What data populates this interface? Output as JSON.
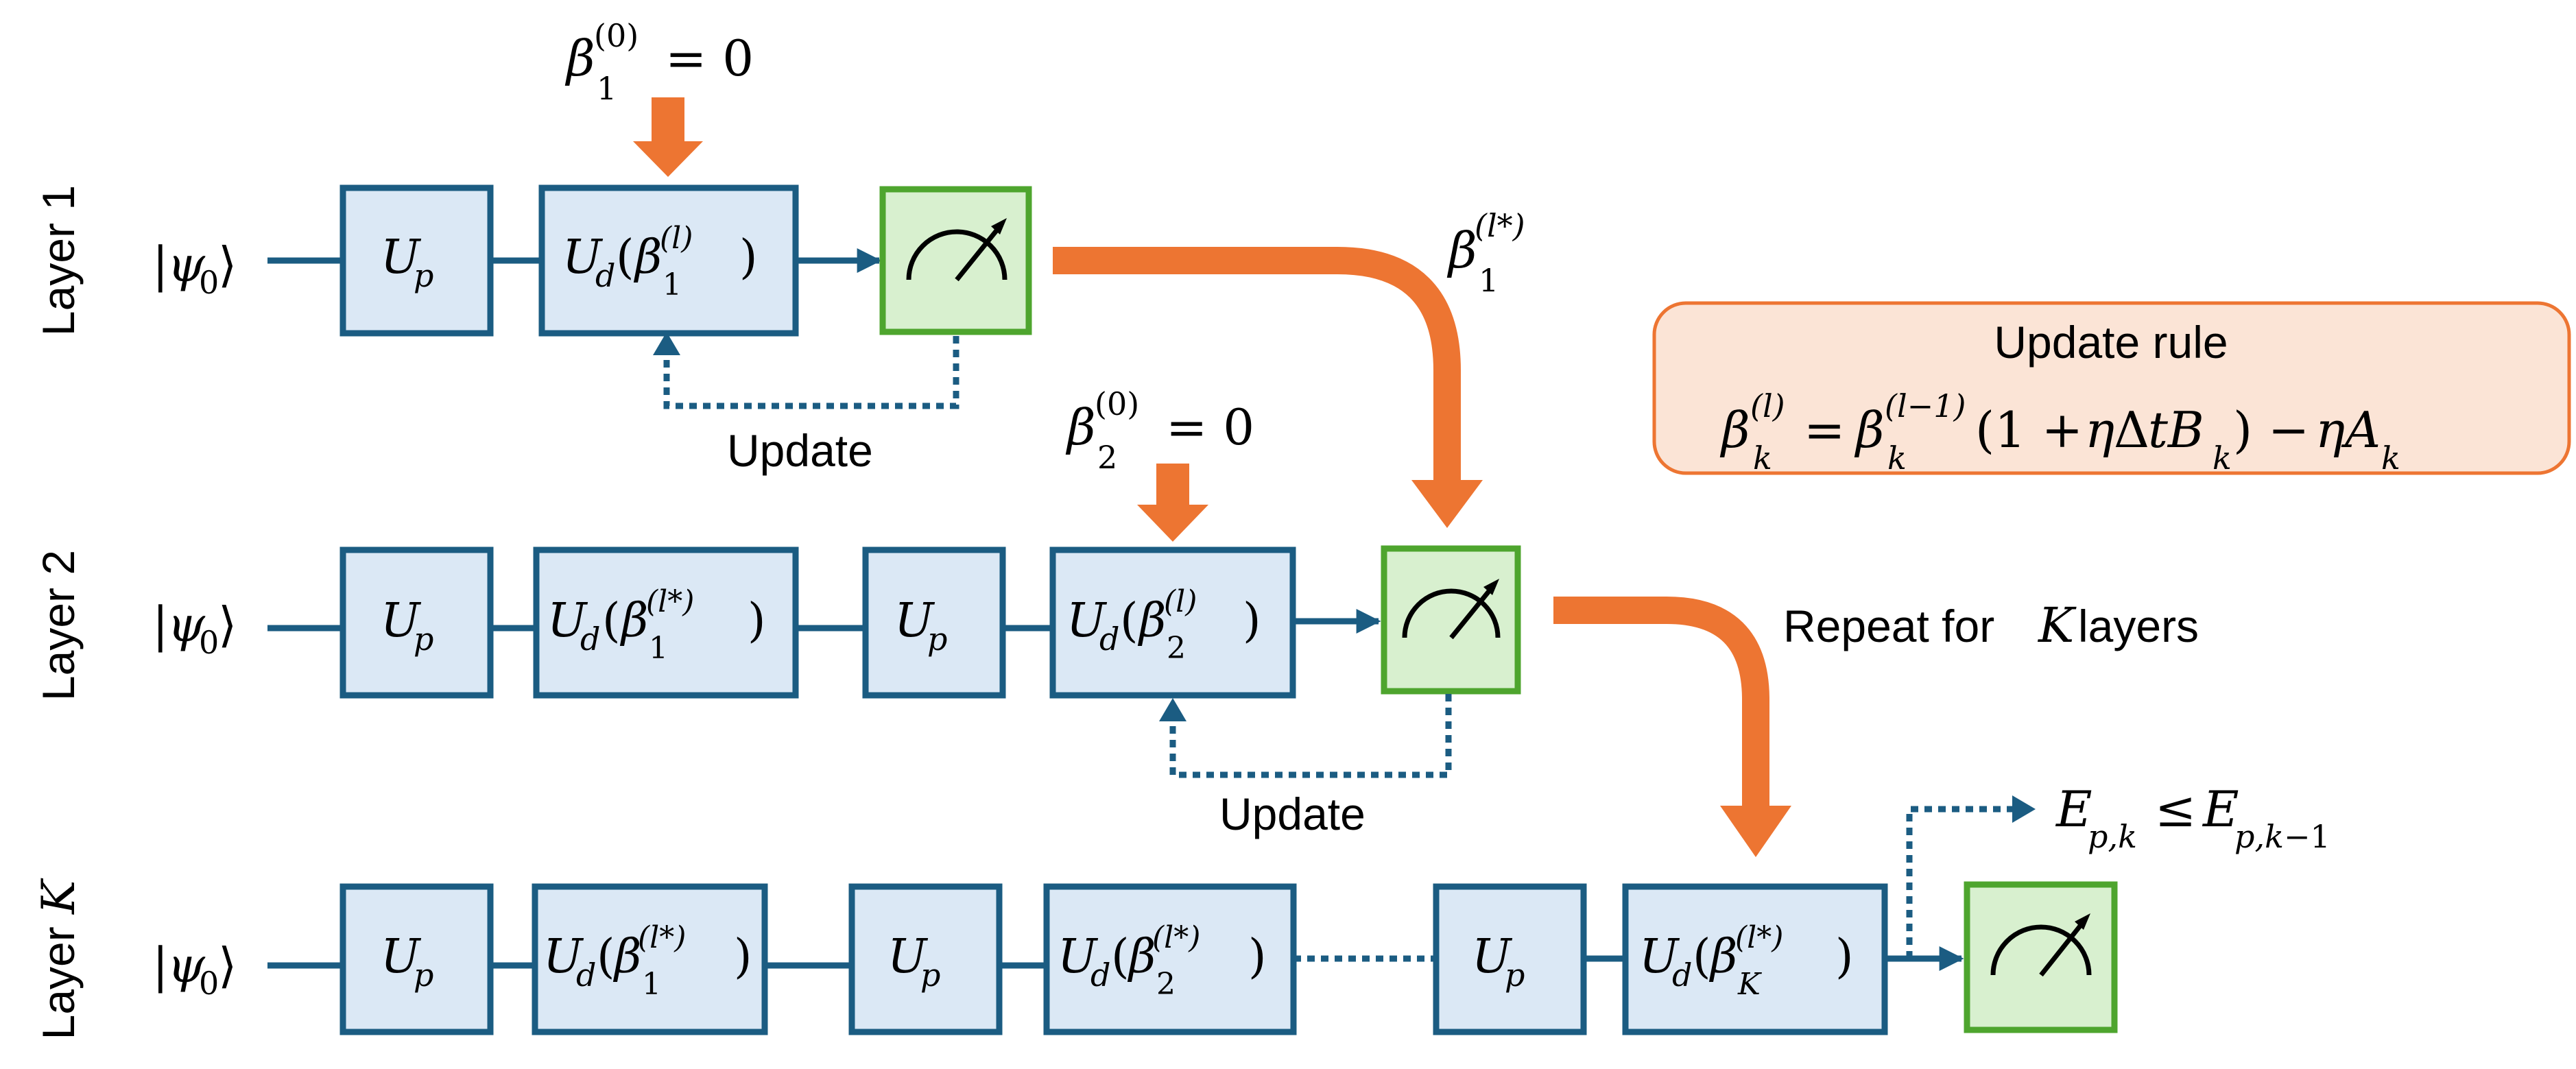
{
  "layers": [
    {
      "label": "Layer 1",
      "input": "|ψ₀⟩",
      "gates": [
        "Up",
        "Ud(β1(l))"
      ]
    },
    {
      "label": "Layer 2",
      "input": "|ψ₀⟩",
      "gates": [
        "Up",
        "Ud(β1(l*))",
        "Up",
        "Ud(β2(l))"
      ]
    },
    {
      "label": "Layer K",
      "input": "|ψ₀⟩",
      "gates": [
        "Up",
        "Ud(β1(l*))",
        "Up",
        "Ud(β2(l*))",
        "Up",
        "Ud(βK(l*))"
      ]
    }
  ],
  "init_labels": [
    "β1(0) = 0",
    "β2(0) = 0"
  ],
  "transfer_label": "β1(l*)",
  "update_labels": [
    "Update",
    "Update"
  ],
  "update_rule": {
    "title": "Update rule",
    "formula": "βk(l) = βk(l−1)(1 + ηΔtBk) − ηAk"
  },
  "repeat_text": "Repeat for K layers",
  "energy_condition": "Ep,k ≤ Ep,k−1",
  "colors": {
    "gate_fill": "#dbe8f5",
    "gate_stroke": "#1b5c82",
    "measure_fill": "#d8f0cf",
    "measure_stroke": "#4ea52e",
    "flow_arrow": "#ed7532",
    "rule_box_fill": "#fbe4d6"
  }
}
